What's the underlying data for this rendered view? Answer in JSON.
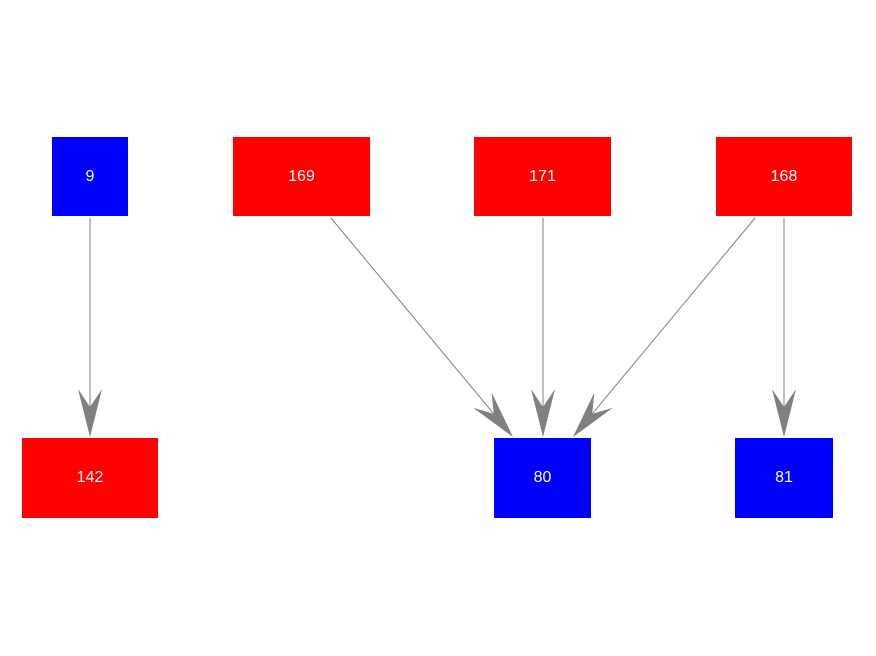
{
  "colors": {
    "red": "#ff0000",
    "blue": "#0000ff",
    "edge": "#808080",
    "label": "#ffffff"
  },
  "nodes": [
    {
      "id": "n9",
      "label": "9",
      "color": "blue"
    },
    {
      "id": "n169",
      "label": "169",
      "color": "red"
    },
    {
      "id": "n171",
      "label": "171",
      "color": "red"
    },
    {
      "id": "n168",
      "label": "168",
      "color": "red"
    },
    {
      "id": "n142",
      "label": "142",
      "color": "red"
    },
    {
      "id": "n80",
      "label": "80",
      "color": "blue"
    },
    {
      "id": "n81",
      "label": "81",
      "color": "blue"
    }
  ],
  "edges": [
    {
      "source": "9",
      "target": "142"
    },
    {
      "source": "169",
      "target": "80"
    },
    {
      "source": "171",
      "target": "80"
    },
    {
      "source": "168",
      "target": "80"
    },
    {
      "source": "168",
      "target": "81"
    }
  ]
}
